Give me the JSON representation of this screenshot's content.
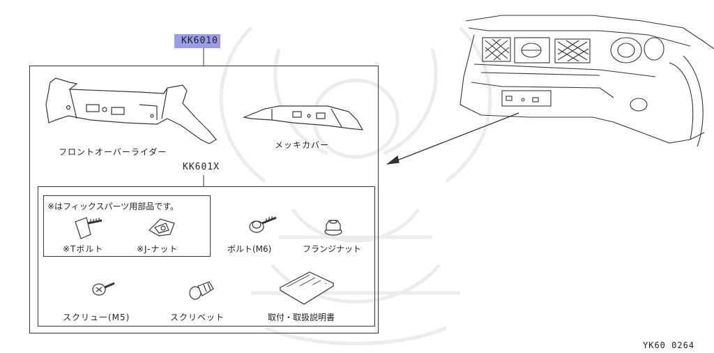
{
  "main_code": "KK6010",
  "sub_code": "KK601X",
  "note": "※はフィックスパーツ用部品です。",
  "ref_code": "YK60 0264",
  "parts": {
    "front_over_rider": "フロントオーバーライダー",
    "plating_cover": "メッキカバー",
    "t_bolt": "※Tボルト",
    "j_nut": "※J-ナット",
    "bolt_m6": "ボルト(M6)",
    "flange_nut": "フランジナット",
    "screw_m5": "スクリュー(M5)",
    "screw_rivet": "スクリベット",
    "manual": "取付・取扱説明書"
  },
  "colors": {
    "highlight": "#9b9be8",
    "line": "#333333"
  }
}
